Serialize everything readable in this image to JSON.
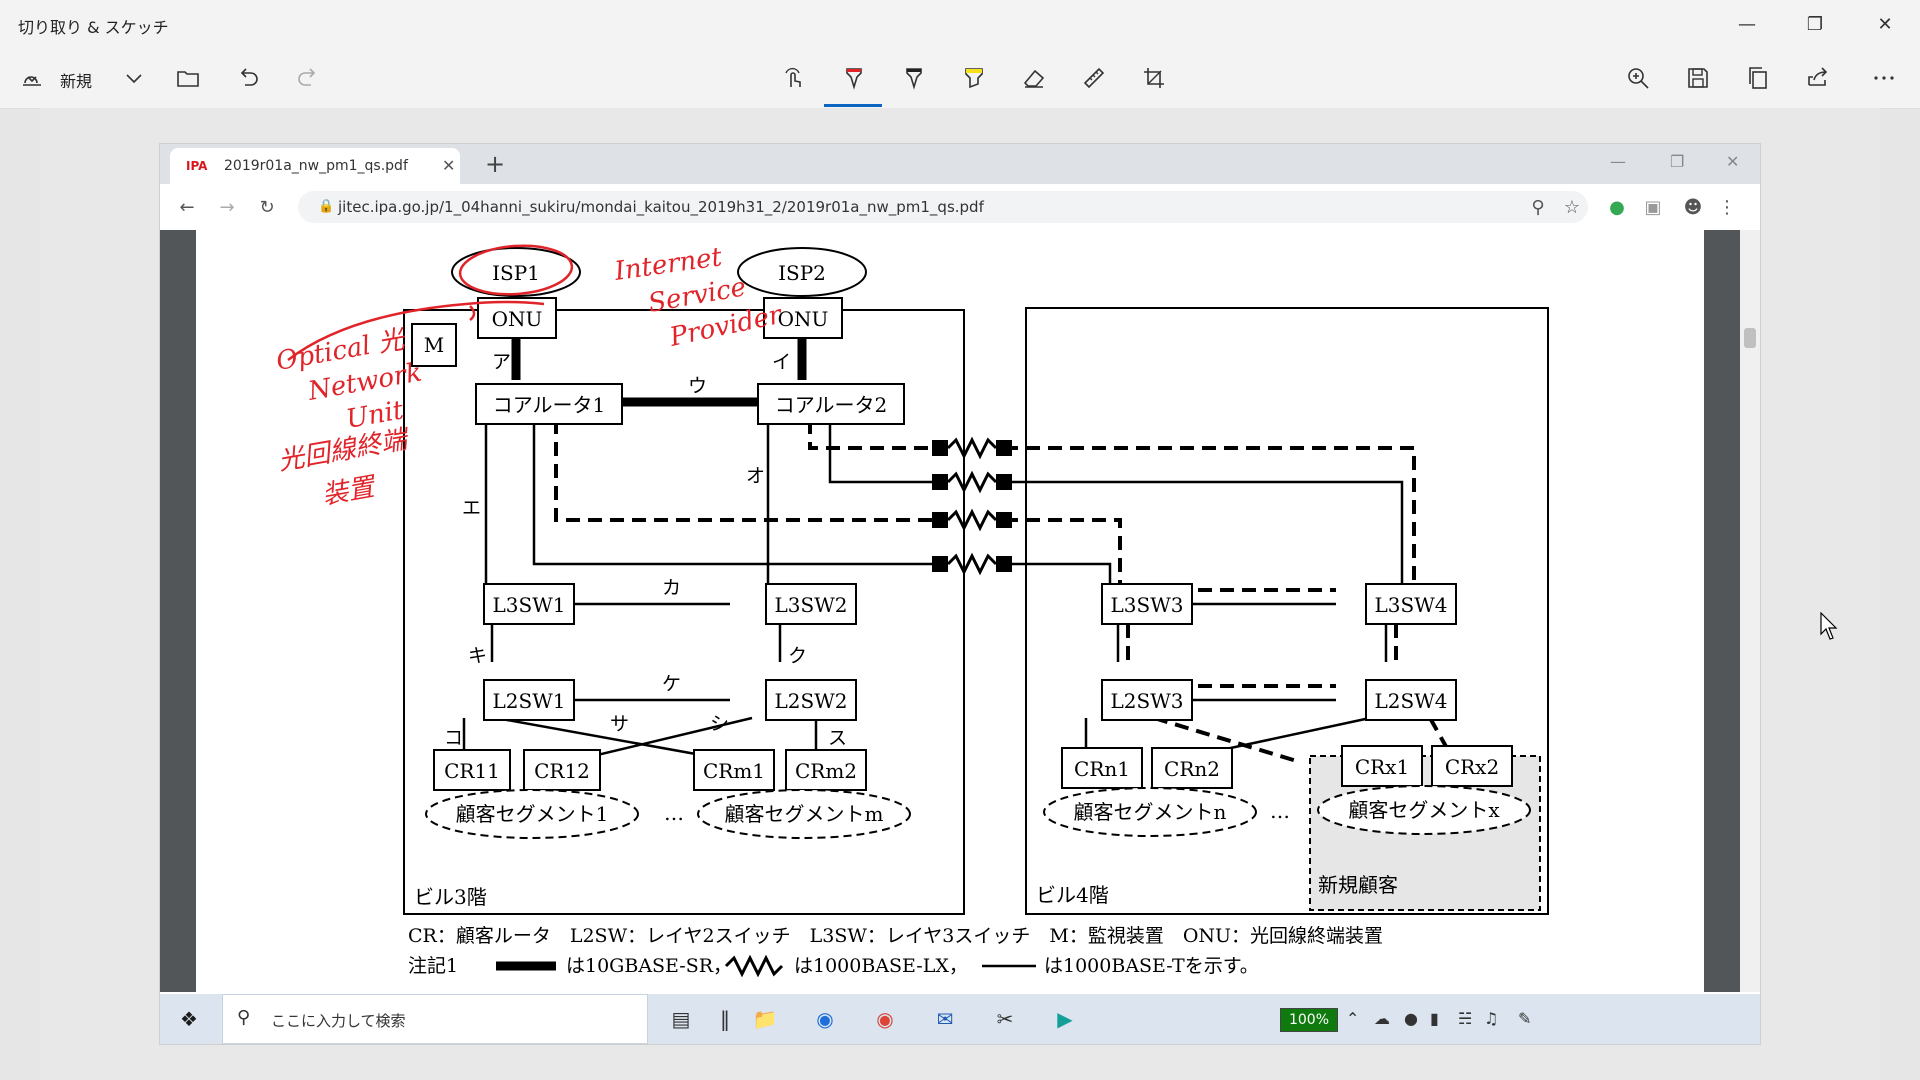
{
  "app": {
    "title": "切り取り & スケッチ",
    "new_label": "新規"
  },
  "browser": {
    "tab_favicon": "IPA",
    "tab_title": "2019r01a_nw_pm1_qs.pdf",
    "url": "jitec.ipa.go.jp/1_04hanni_sukiru/mondai_kaitou_2019h31_2/2019r01a_nw_pm1_qs.pdf"
  },
  "diagram": {
    "isp1": "ISP1",
    "isp2": "ISP2",
    "onu": "ONU",
    "m": "M",
    "core1": "コアルータ1",
    "core2": "コアルータ2",
    "l3sw1": "L3SW1",
    "l3sw2": "L3SW2",
    "l3sw3": "L3SW3",
    "l3sw4": "L3SW4",
    "l2sw1": "L2SW1",
    "l2sw2": "L2SW2",
    "l2sw3": "L2SW3",
    "l2sw4": "L2SW4",
    "cr11": "CR11",
    "cr12": "CR12",
    "crm1": "CRm1",
    "crm2": "CRm2",
    "crn1": "CRn1",
    "crn2": "CRn2",
    "crx1": "CRx1",
    "crx2": "CRx2",
    "seg1": "顧客セグメント1",
    "segm": "顧客セグメントm",
    "segn": "顧客セグメントn",
    "segx": "顧客セグメントx",
    "dots": "…",
    "new_customer": "新規顧客",
    "bldg3": "ビル3階",
    "bldg4": "ビル4階",
    "labels": {
      "a": "ア",
      "i": "イ",
      "u": "ウ",
      "e": "エ",
      "o": "オ",
      "ka": "カ",
      "ki": "キ",
      "ku": "ク",
      "ke": "ケ",
      "ko": "コ",
      "sa": "サ",
      "shi": "シ",
      "su": "ス"
    },
    "legend1": "CR：顧客ルータ　L2SW：レイヤ2スイッチ　L3SW：レイヤ3スイッチ　M：監視装置　ONU：光回線終端装置",
    "note_prefix": "注記1",
    "note_10g": "は10GBASE-SR，",
    "note_lx": "は1000BASE-LX，",
    "note_t": "は1000BASE-Tを示す。",
    "handwriting": {
      "isp": [
        "Internet",
        "Service",
        "Provider"
      ],
      "onu": [
        "Optical 光",
        "Network",
        "Unit",
        "光回線終端",
        "装置"
      ]
    }
  },
  "taskbar": {
    "search_placeholder": "ここに入力して検索",
    "battery": "100%"
  },
  "colors": {
    "accent": "#0a66c2",
    "annotation": "#e0242a",
    "battery": "#0f7b0f"
  }
}
